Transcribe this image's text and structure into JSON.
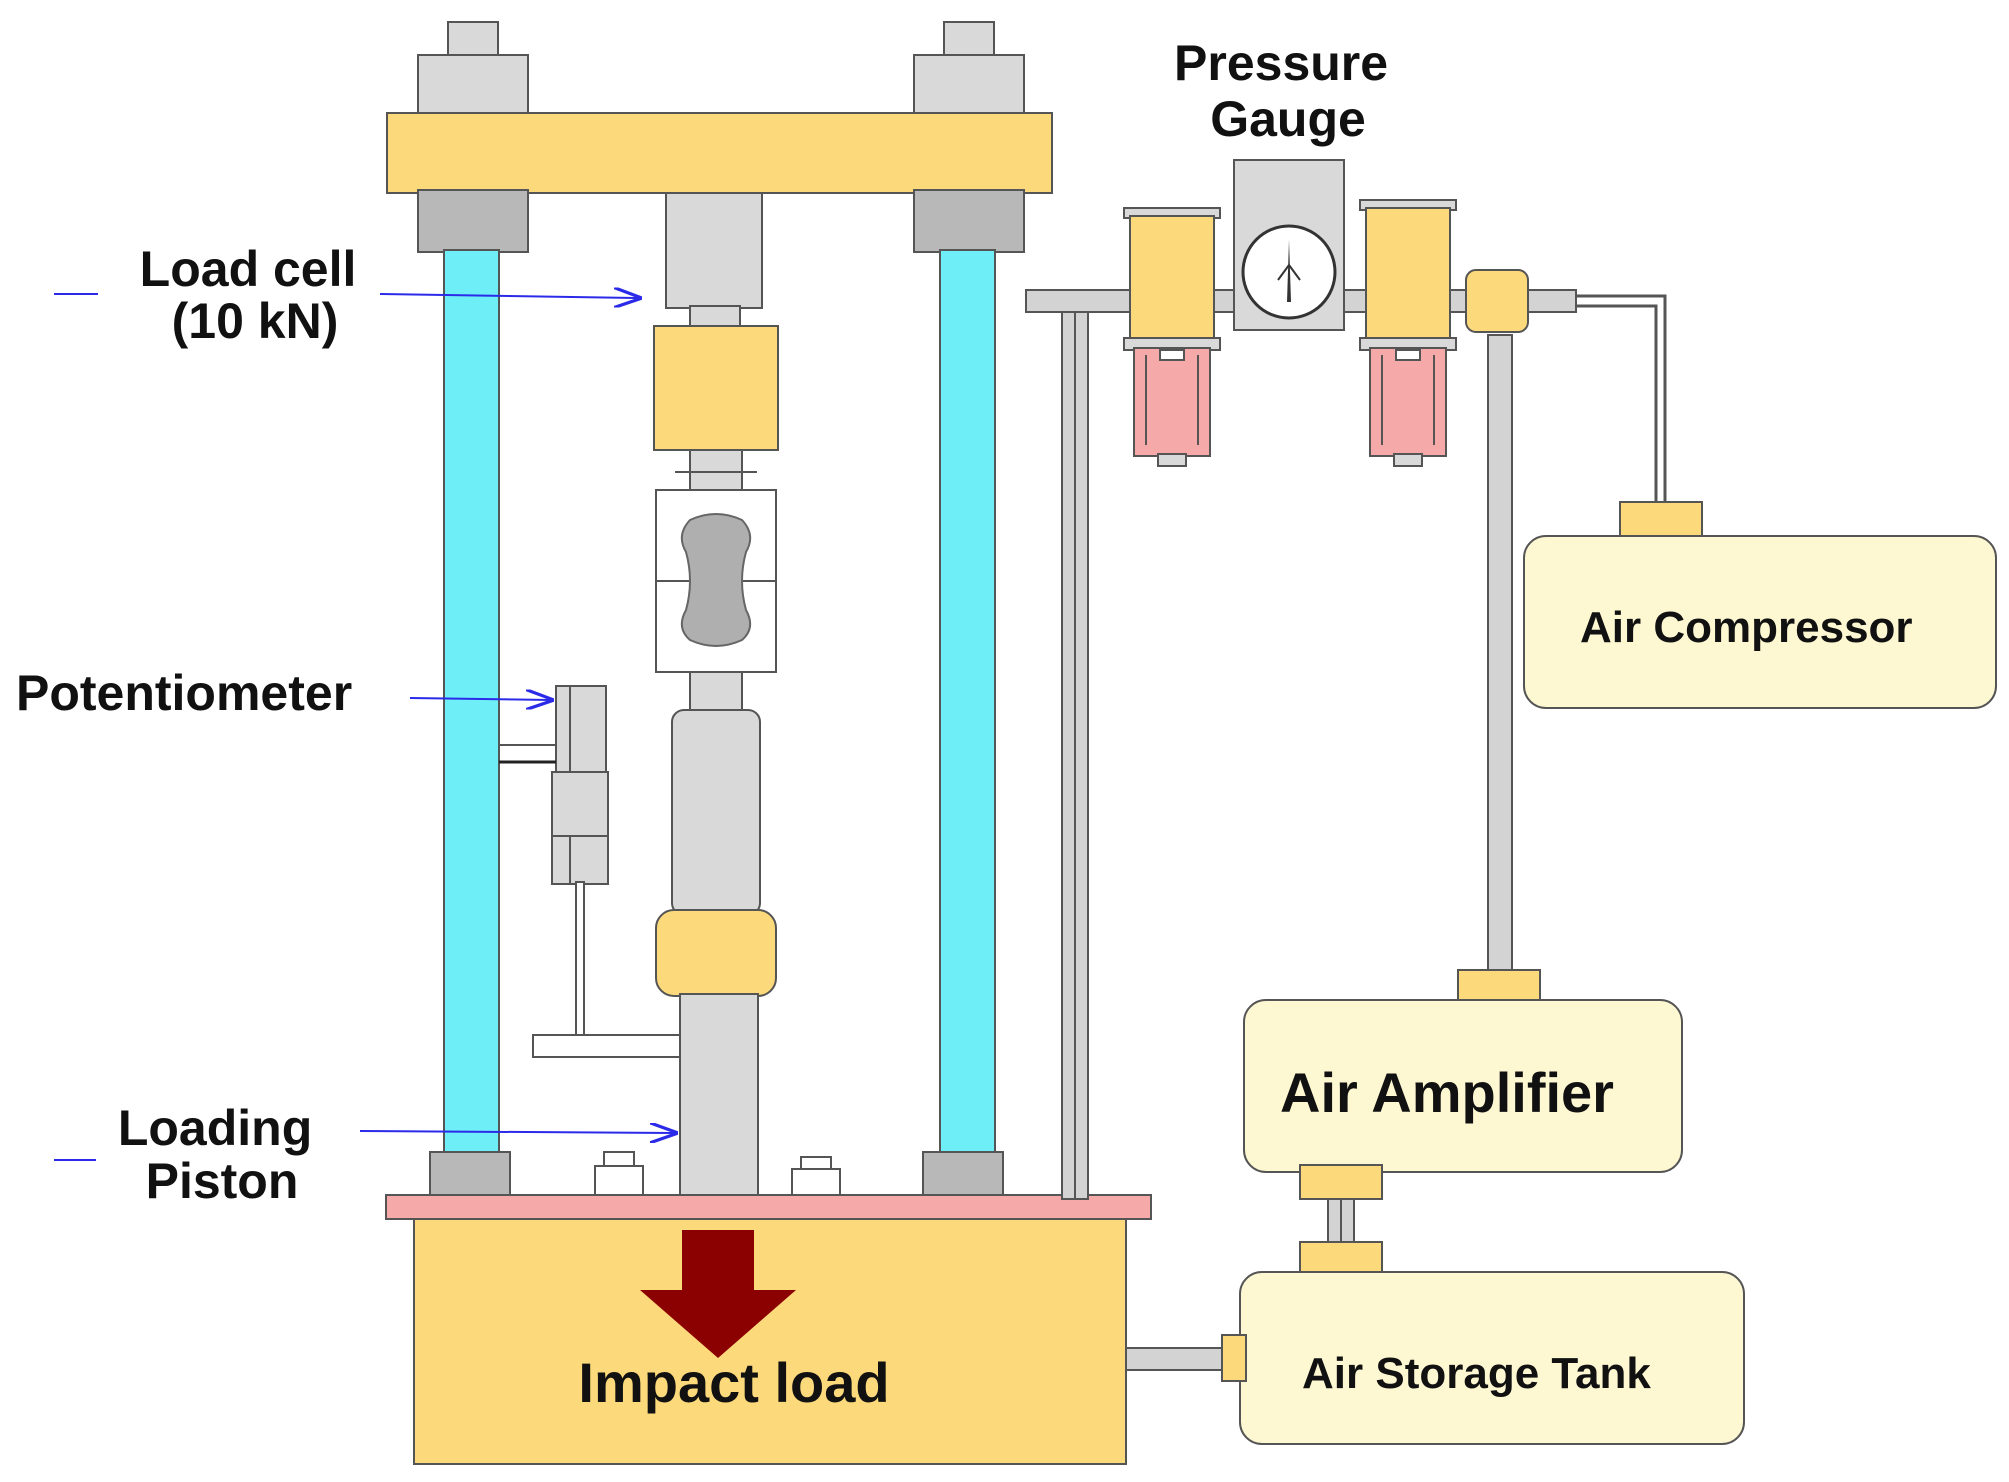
{
  "labels": {
    "pressure_gauge": [
      "Pressure",
      "Gauge"
    ],
    "load_cell": [
      "Load cell",
      "(10 kN)"
    ],
    "potentiometer": "Potentiometer",
    "loading_piston": [
      "Loading",
      "Piston"
    ],
    "impact_load": "Impact load",
    "air_compressor": "Air Compressor",
    "air_amplifier": "Air Amplifier",
    "air_storage_tank": "Air Storage Tank"
  },
  "colors": {
    "yellow": "#FCD97A",
    "light_yellow": "#FEF8D2",
    "cyan": "#6EEFF8",
    "gray": "#D9D9D9",
    "dark_gray": "#B8B8B8",
    "pink": "#F6A9A9",
    "pipe": "#D3D3D3",
    "arrow_red": "#8B0000",
    "pointer_blue": "#2A2AE8"
  }
}
